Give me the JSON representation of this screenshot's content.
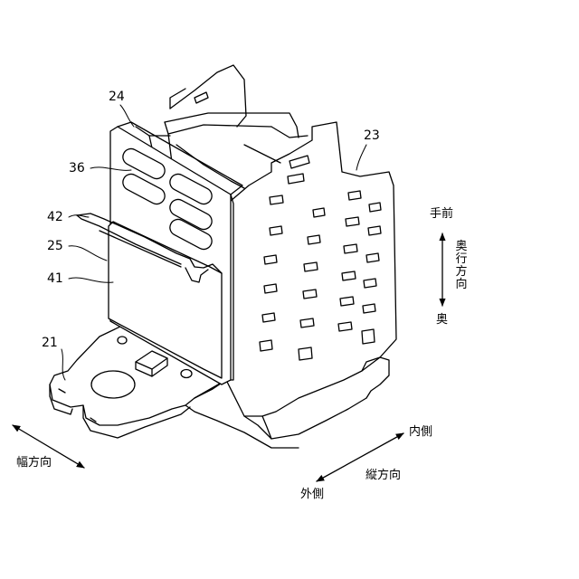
{
  "labels": {
    "ref_24": "24",
    "ref_23": "23",
    "ref_36": "36",
    "ref_42": "42",
    "ref_25": "25",
    "ref_41": "41",
    "ref_21": "21"
  },
  "directions": {
    "front": "手前",
    "depth_axis": "奥行方向",
    "back": "奥",
    "width_axis": "幅方向",
    "inner": "内側",
    "vertical_axis": "縦方向",
    "outer": "外側"
  }
}
